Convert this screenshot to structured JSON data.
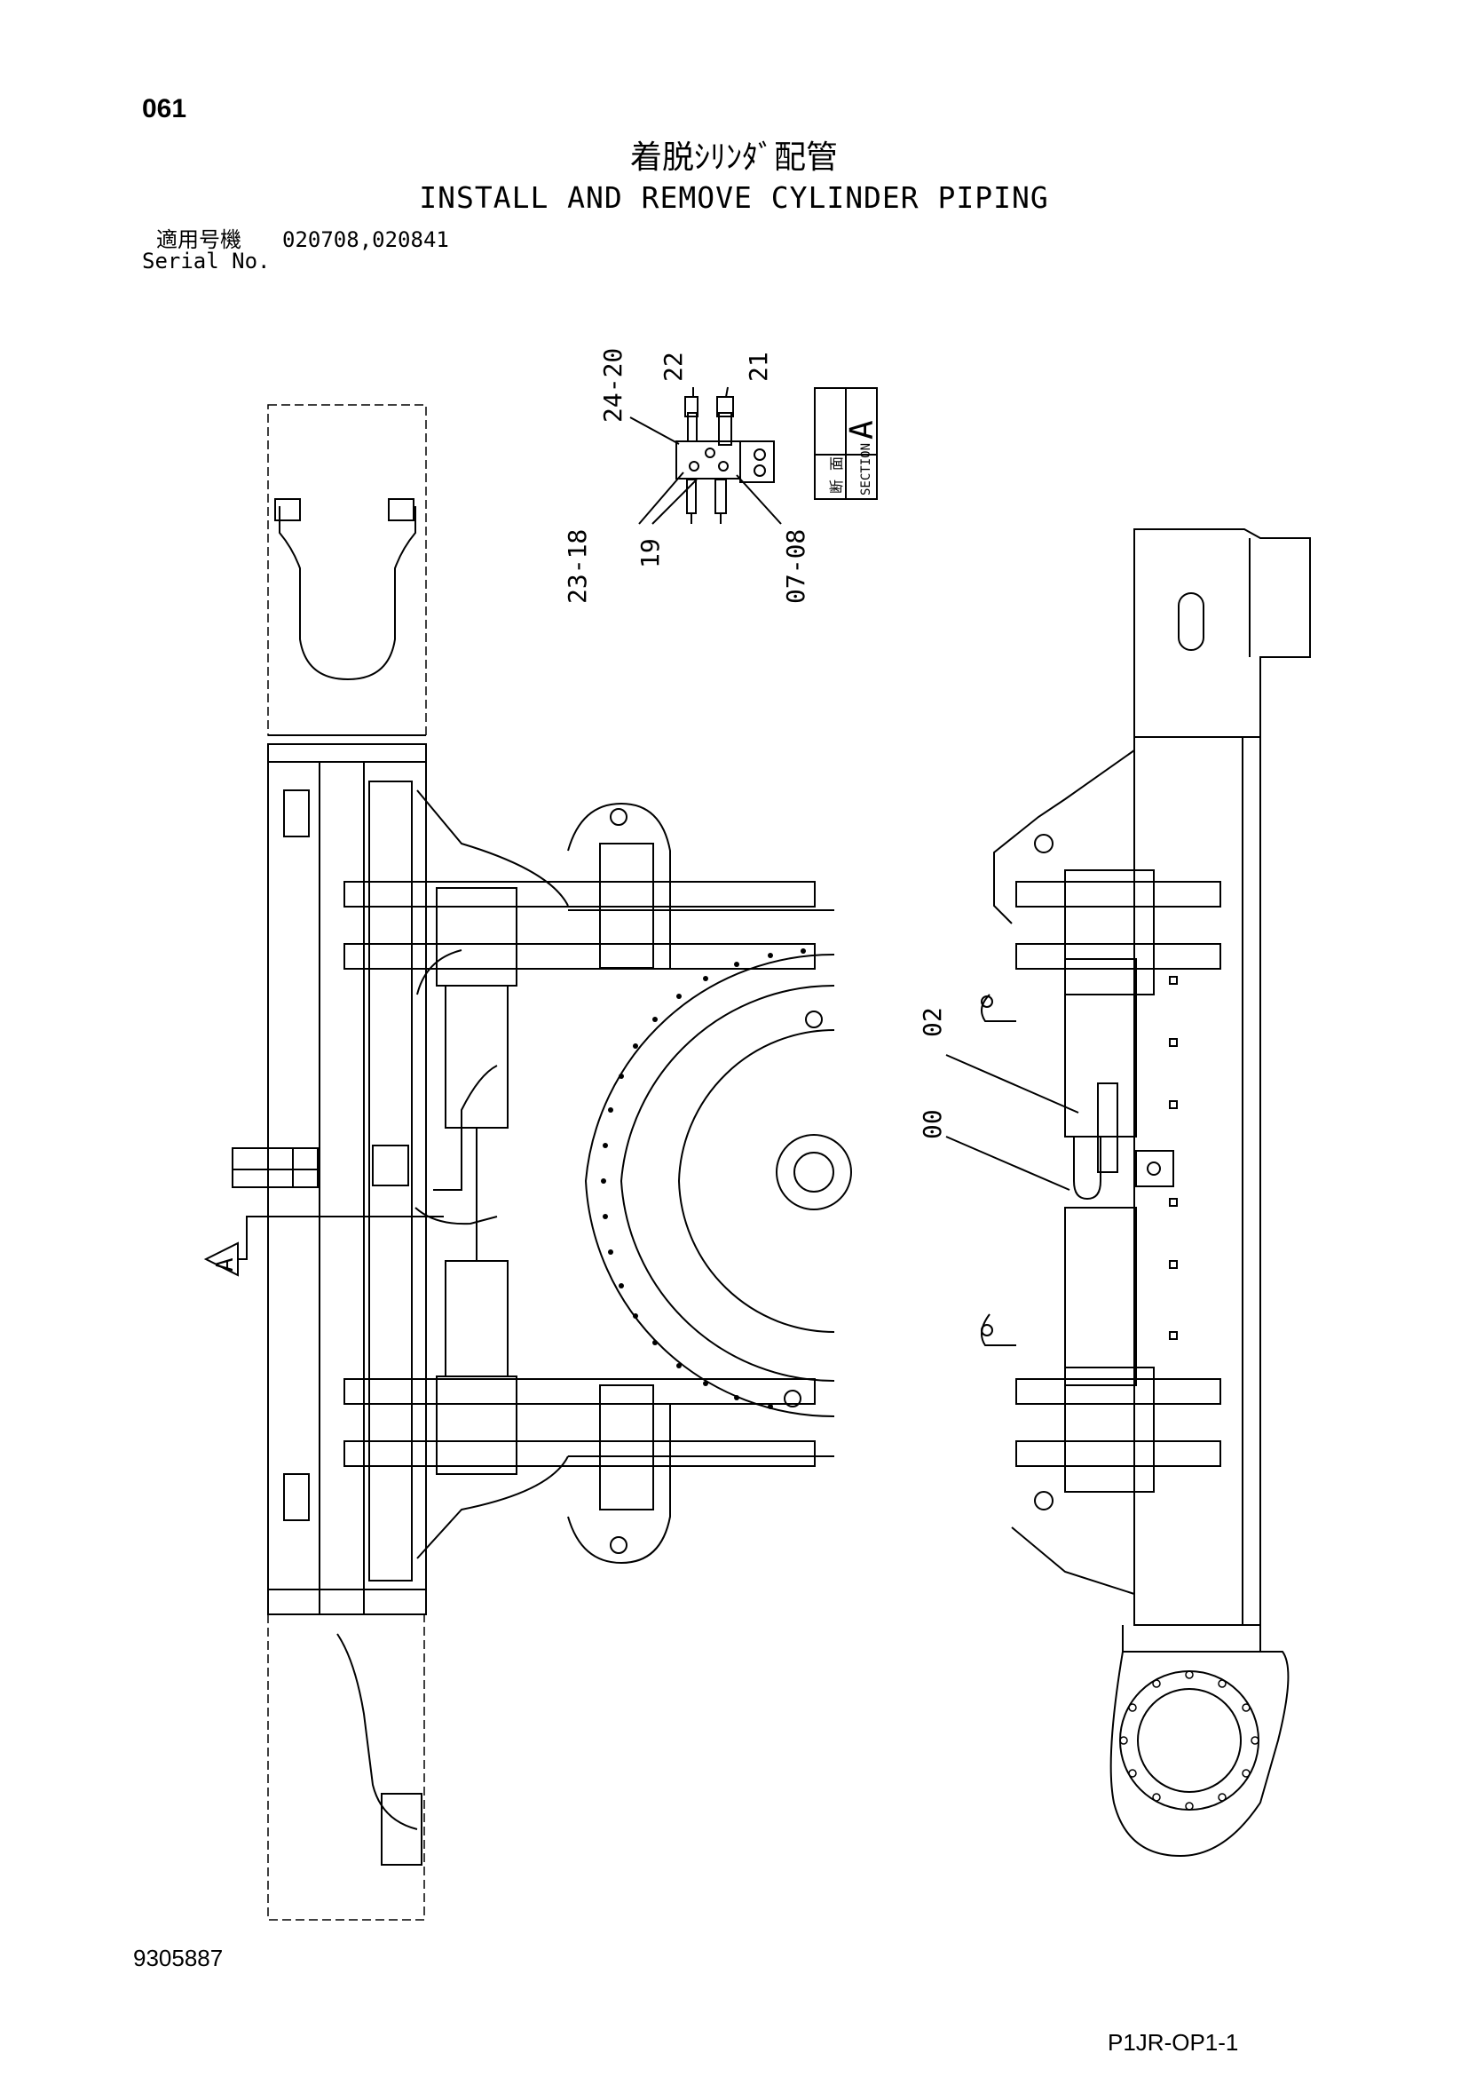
{
  "page": {
    "page_number": "061",
    "title_jp": "着脱ｼﾘﾝﾀﾞ配管",
    "title_en": "INSTALL AND REMOVE CYLINDER PIPING",
    "serial_label_jp": "適用号機",
    "serial_values": "020708,020841",
    "serial_label_en": "Serial No.",
    "document_number": "9305887",
    "sheet_code": "P1JR-OP1-1"
  },
  "section_view": {
    "section_letter": "A",
    "section_label_jp_top": "断",
    "section_label_jp_bottom": "面",
    "section_label_en": "SECTION",
    "callouts": {
      "c22": "22",
      "c21": "21",
      "c24_20": "24-20",
      "c23_18": "23-18",
      "c19": "19",
      "c07_08": "07-08"
    }
  },
  "main_view": {
    "section_marker": "A",
    "callouts": {
      "c02": "02",
      "c00": "00"
    }
  }
}
